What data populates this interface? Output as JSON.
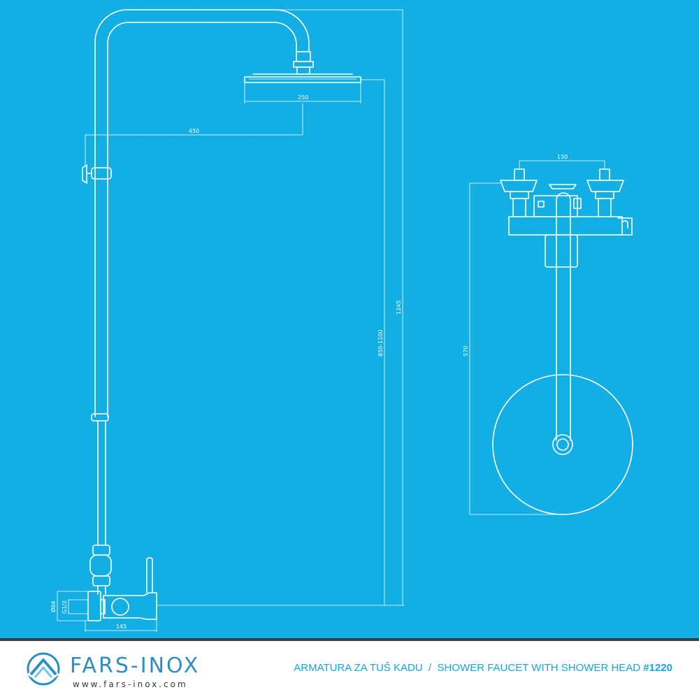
{
  "drawing": {
    "side_view": {
      "dims": {
        "head_width": "250",
        "arm_reach": "450",
        "total_height": "1245",
        "height_range": "850-1100",
        "pipe_diameter": "Ø64",
        "thread": "G1/2",
        "mixer_depth": "145"
      }
    },
    "front_view": {
      "dims": {
        "inlet_spacing": "150",
        "arm_height": "570"
      }
    }
  },
  "footer": {
    "brand_name": "FARS-INOX",
    "brand_url": "www.fars-inox.com",
    "title": "ARMATURA ZA TUŠ KADU  /  SHOWER FAUCET WITH SHOWER HEAD ",
    "number": "#1220"
  },
  "colors": {
    "background": "#12aee4",
    "footer": "#ffffff",
    "brand": "#2c8fc4",
    "title_text": "#17a3db"
  }
}
